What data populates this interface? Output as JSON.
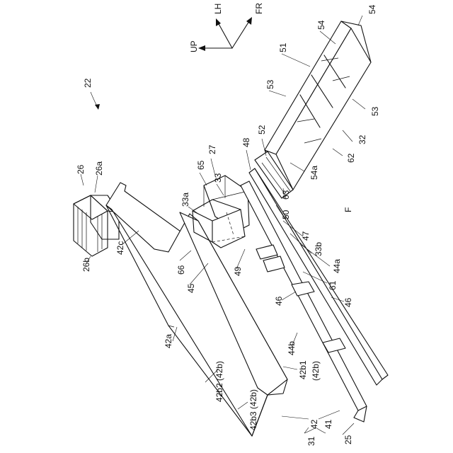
{
  "figure_ref": "22",
  "directions": {
    "lh": "LH",
    "fr": "FR",
    "up": "UP"
  },
  "labels": {
    "l26": "26",
    "l26a": "26a",
    "l26b": "26b",
    "l27": "27",
    "l33": "33",
    "l33a": "33a",
    "l33b": "33b",
    "l65": "65",
    "l48": "48",
    "l52": "52",
    "l51": "51",
    "l53a": "53",
    "l53b": "53",
    "l54a_top": "54",
    "l54b_top": "54",
    "l32": "32",
    "l62": "62",
    "l54a": "54a",
    "l63": "63",
    "l50": "50",
    "lF": "F",
    "l47": "47",
    "l44a": "44a",
    "l61": "61",
    "l46a": "46",
    "l46b": "46",
    "l49": "49",
    "l66": "66",
    "l45": "45",
    "l42c": "42c",
    "l42a": "42a",
    "l44b": "44b",
    "l42b1": "42b1",
    "l42b1b": "(42b)",
    "l42b2": "42b2 (42b)",
    "l42b3": "42b3 (42b)",
    "l42": "42",
    "l41": "41",
    "l31": "31",
    "l25": "25"
  }
}
